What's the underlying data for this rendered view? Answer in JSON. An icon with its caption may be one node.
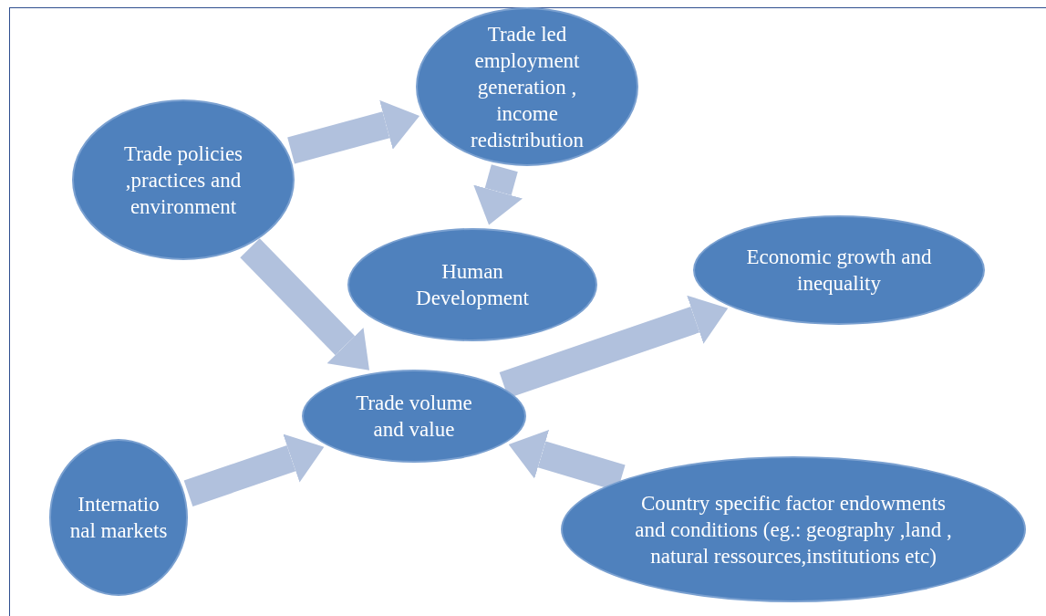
{
  "diagram": {
    "nodes": [
      {
        "text": [
          "Trade policies ,practices and environment"
        ]
      },
      {
        "text": [
          "Trade led employment generation , income redistribution"
        ]
      },
      {
        "text": [
          "Human Development"
        ]
      },
      {
        "text": [
          "Economic growth and inequality"
        ]
      },
      {
        "text": [
          "Trade volume and value"
        ]
      },
      {
        "text": [
          "Internatio nal markets"
        ]
      },
      {
        "text": [
          "Country specific factor endowments and conditions (eg.: geography ,land , natural ressources,institutions etc)"
        ]
      }
    ],
    "edges": [
      {
        "from": 0,
        "to": 1,
        "arrow": "to"
      },
      {
        "from": 1,
        "to": 2,
        "arrow": "to"
      },
      {
        "from": 0,
        "to": 4,
        "arrow": "to"
      },
      {
        "from": 5,
        "to": 4,
        "arrow": "to"
      },
      {
        "from": 4,
        "to": 3,
        "arrow": "to"
      },
      {
        "from": 6,
        "to": 4,
        "arrow": "to"
      }
    ]
  }
}
